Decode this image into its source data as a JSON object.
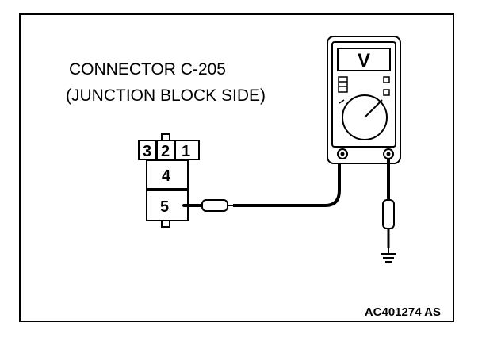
{
  "diagram": {
    "title_line1": "CONNECTOR C-205",
    "title_line2": "(JUNCTION BLOCK SIDE)",
    "pins": {
      "pin3": "3",
      "pin2": "2",
      "pin1": "1",
      "pin4": "4",
      "pin5": "5"
    },
    "meter_mode": "V",
    "figure_id": "AC401274 AS"
  },
  "colors": {
    "ink": "#000000",
    "background": "#ffffff"
  }
}
